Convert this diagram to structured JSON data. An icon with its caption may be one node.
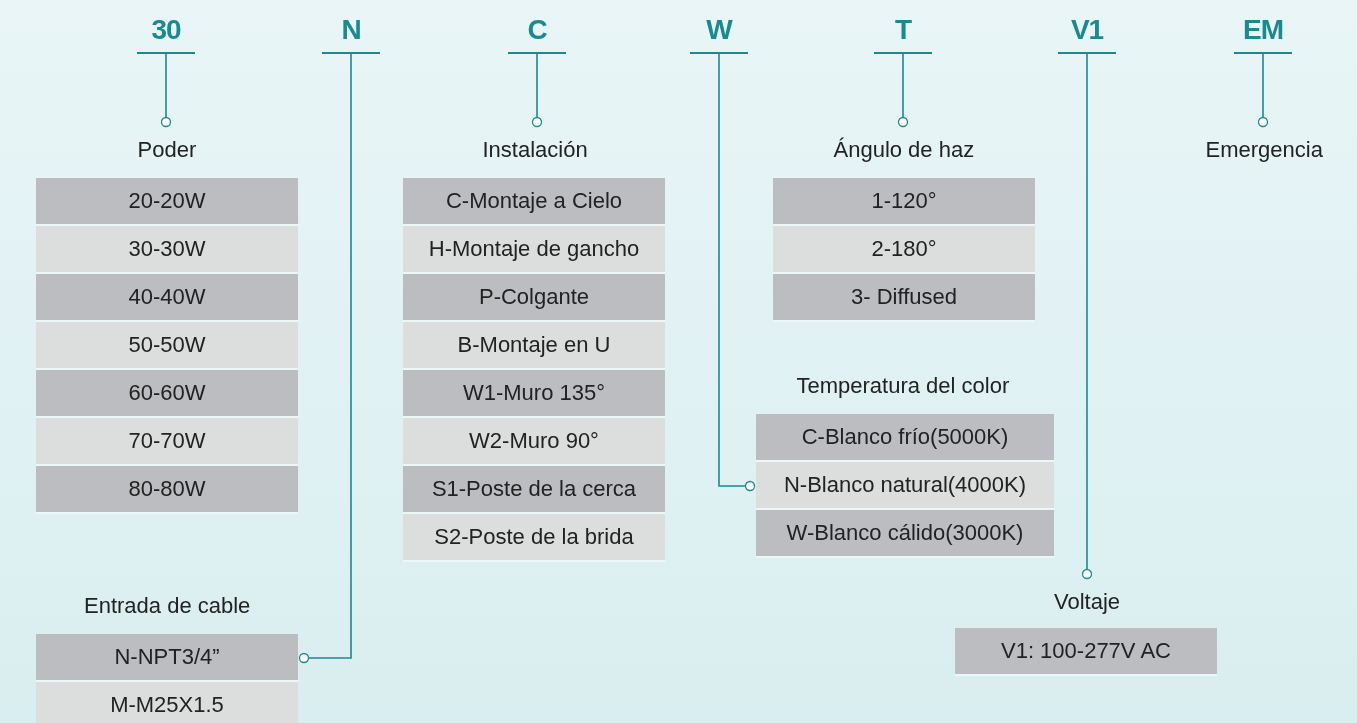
{
  "diagram": {
    "nodes": [
      {
        "text": [
          "30"
        ]
      },
      {
        "text": [
          "N"
        ]
      },
      {
        "text": [
          "C"
        ]
      },
      {
        "text": [
          "W"
        ]
      },
      {
        "text": [
          "T"
        ]
      },
      {
        "text": [
          "V1"
        ]
      },
      {
        "text": [
          "EM"
        ]
      },
      {
        "text": [
          "Poder"
        ]
      },
      {
        "text": [
          "20-20W"
        ]
      },
      {
        "text": [
          "30-30W"
        ]
      },
      {
        "text": [
          "40-40W"
        ]
      },
      {
        "text": [
          "50-50W"
        ]
      },
      {
        "text": [
          "60-60W"
        ]
      },
      {
        "text": [
          "70-70W"
        ]
      },
      {
        "text": [
          "80-80W"
        ]
      },
      {
        "text": [
          "Instalación"
        ]
      },
      {
        "text": [
          "C-Montaje a Cielo"
        ]
      },
      {
        "text": [
          "H-Montaje de gancho"
        ]
      },
      {
        "text": [
          "P-Colgante"
        ]
      },
      {
        "text": [
          "B-Montaje en U"
        ]
      },
      {
        "text": [
          "W1-Muro 135°"
        ]
      },
      {
        "text": [
          "W2-Muro 90°"
        ]
      },
      {
        "text": [
          "S1-Poste de la cerca"
        ]
      },
      {
        "text": [
          "S2-Poste de la brida"
        ]
      },
      {
        "text": [
          "Ángulo de haz"
        ]
      },
      {
        "text": [
          "1-120°"
        ]
      },
      {
        "text": [
          "2-180°"
        ]
      },
      {
        "text": [
          "3- Diffused"
        ]
      },
      {
        "text": [
          "Emergencia"
        ]
      },
      {
        "text": [
          "Temperatura del color"
        ]
      },
      {
        "text": [
          "C-Blanco frío(5000K)"
        ]
      },
      {
        "text": [
          "N-Blanco natural(4000K)"
        ]
      },
      {
        "text": [
          "W-Blanco cálido(3000K)"
        ]
      },
      {
        "text": [
          "Entrada de cable"
        ]
      },
      {
        "text": [
          "N-NPT3/4”"
        ]
      },
      {
        "text": [
          "M-M25X1.5"
        ]
      },
      {
        "text": [
          "Voltaje"
        ]
      },
      {
        "text": [
          "V1: 100-277V AC"
        ]
      }
    ],
    "edges": [
      {
        "from": 0,
        "to": 7,
        "arrow": "other"
      },
      {
        "from": 1,
        "to": 34,
        "arrow": "other"
      },
      {
        "from": 2,
        "to": 15,
        "arrow": "other"
      },
      {
        "from": 3,
        "to": 31,
        "arrow": "other"
      },
      {
        "from": 4,
        "to": 24,
        "arrow": "other"
      },
      {
        "from": 5,
        "to": 36,
        "arrow": "other"
      },
      {
        "from": 6,
        "to": 28,
        "arrow": "other"
      }
    ]
  }
}
